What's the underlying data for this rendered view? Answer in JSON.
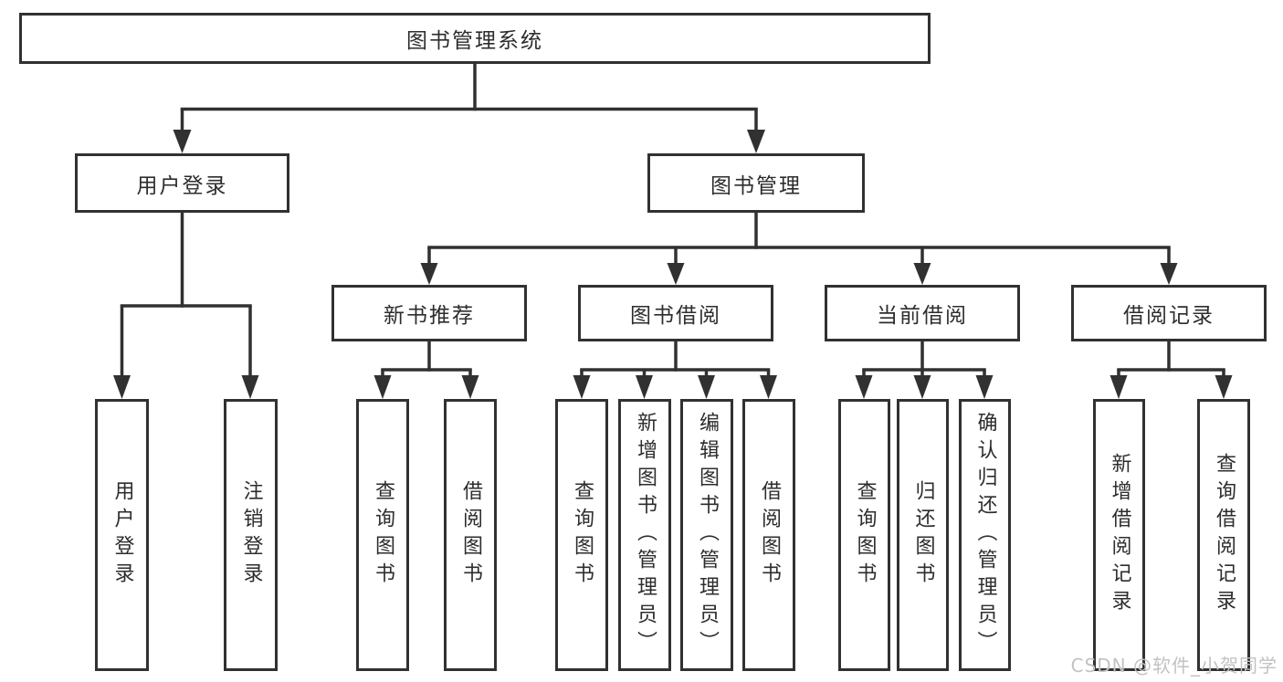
{
  "diagram": {
    "title": "图书管理系统",
    "line_color": "#313131",
    "box_border_color": "#313131",
    "text_color": "#2d2d2d",
    "nodes": {
      "root": "图书管理系统",
      "user_login": "用户登录",
      "book_management": "图书管理",
      "new_book_recommend": "新书推荐",
      "book_borrow": "图书借阅",
      "current_borrow": "当前借阅",
      "borrow_records": "借阅记录",
      "leaf_user_login": "用户登录",
      "leaf_logout_login": "注销登录",
      "nb_query_books": "查询图书",
      "nb_borrow_books": "借阅图书",
      "bb_query_books": "查询图书",
      "bb_add_books": "新增图书（管理员）",
      "bb_edit_books": "编辑图书（管理员）",
      "bb_borrow_books": "借阅图书",
      "cb_query_books": "查询图书",
      "cb_return_books": "归还图书",
      "cb_confirm_return": "确认归还（管理员）",
      "br_add_record": "新增借阅记录",
      "br_query_record": "查询借阅记录"
    }
  },
  "watermark": {
    "text": "CSDN @软件_小贺同学",
    "color": "#c2c2c2"
  }
}
